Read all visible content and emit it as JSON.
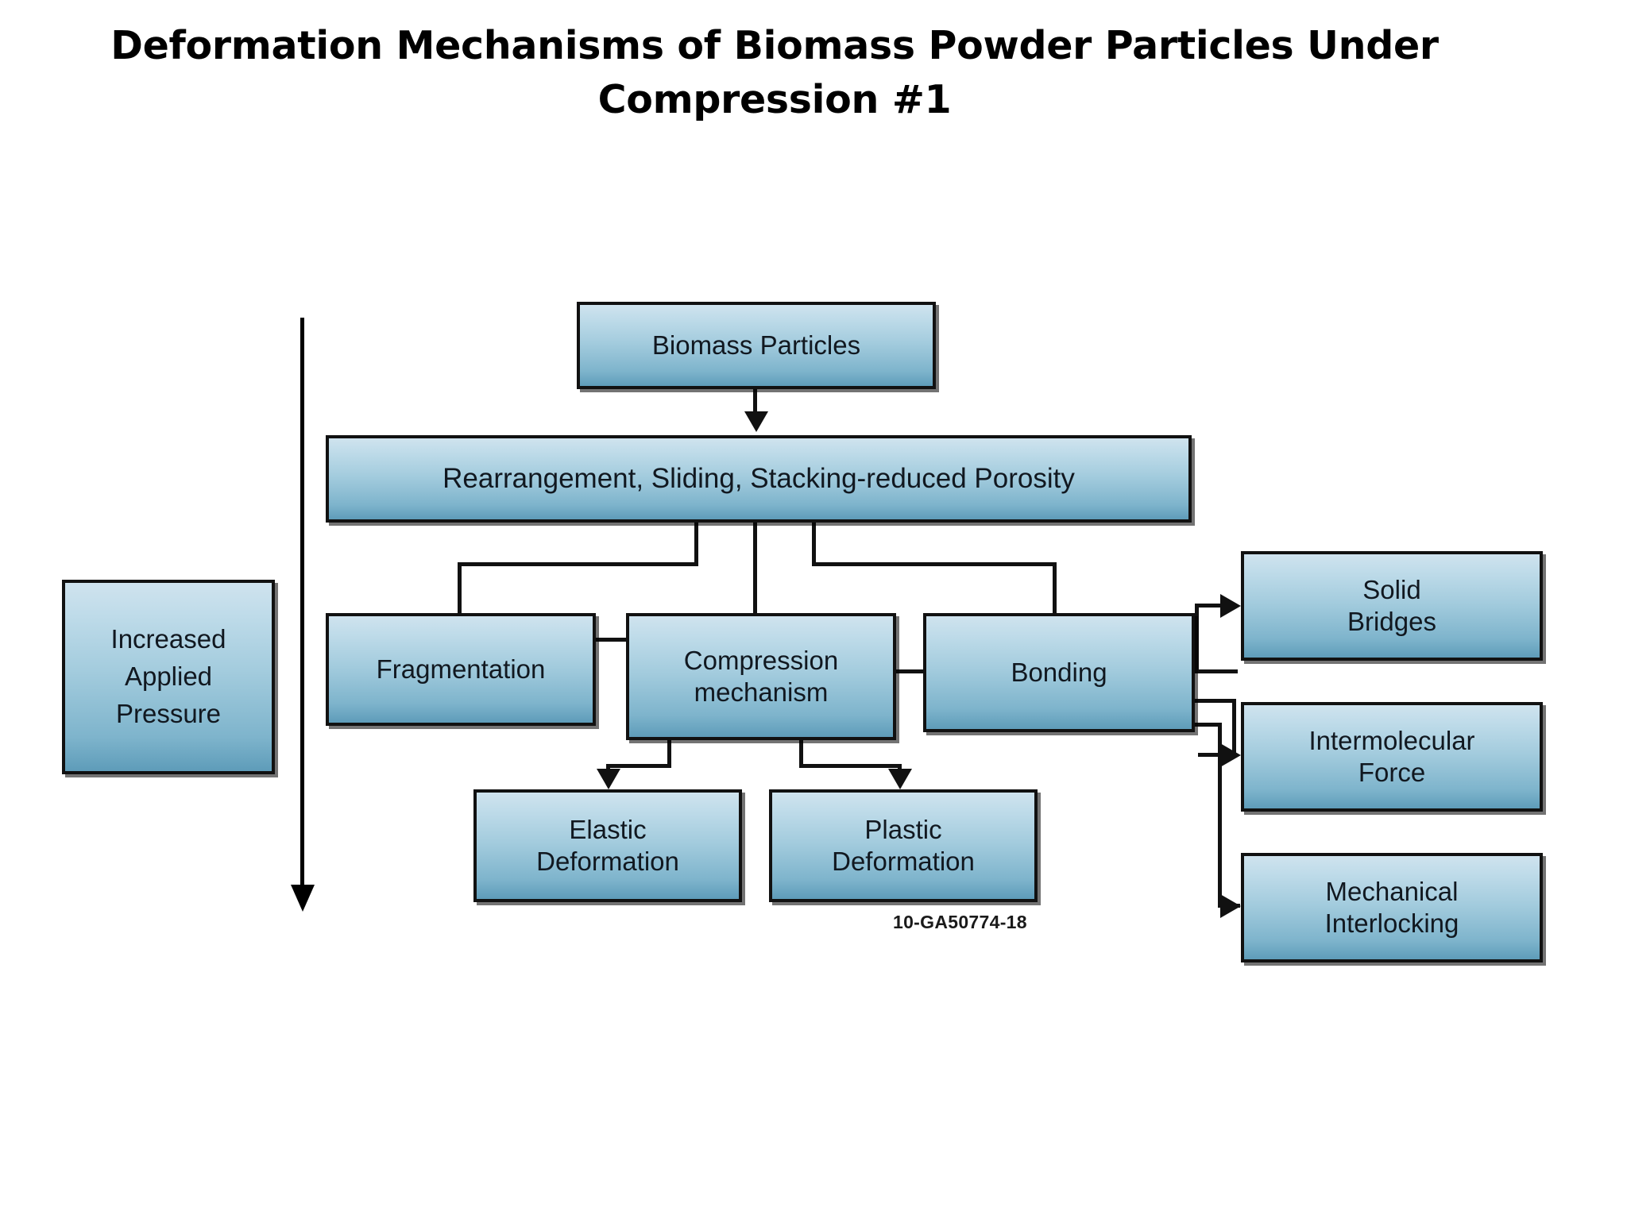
{
  "slide": {
    "title": "Deformation Mechanisms of Biomass Powder Particles Under Compression #1",
    "code_label": "10-GA50774-18",
    "background_color": "#ffffff",
    "node_fill_top": "#cfe3ee",
    "node_fill_bottom": "#5e9cb9",
    "node_border_color": "#111111",
    "connector_color": "#111111"
  },
  "diagram": {
    "type": "flowchart",
    "nodes": {
      "pressure": "Increased\nApplied\nPressure",
      "pressure_lines": [
        "Increased",
        "Applied",
        "Pressure"
      ],
      "biomass": "Biomass Particles",
      "rearrangement": "Rearrangement, Sliding, Stacking-reduced Porosity",
      "fragmentation": "Fragmentation",
      "compression": "Compression\nmechanism",
      "compression_lines": [
        "Compression",
        "mechanism"
      ],
      "bonding": "Bonding",
      "elastic": "Elastic\nDeformation",
      "elastic_lines": [
        "Elastic",
        "Deformation"
      ],
      "plastic": "Plastic\nDeformation",
      "plastic_lines": [
        "Plastic",
        "Deformation"
      ],
      "solid_bridges": "Solid\nBridges",
      "solid_bridges_lines": [
        "Solid",
        "Bridges"
      ],
      "intermolecular": "Intermolecular\nForce",
      "intermolecular_lines": [
        "Intermolecular",
        "Force"
      ],
      "mechanical": "Mechanical\nInterlocking",
      "mechanical_lines": [
        "Mechanical",
        "Interlocking"
      ]
    },
    "edges": [
      {
        "from": "biomass",
        "to": "rearrangement",
        "arrow": true
      },
      {
        "from": "rearrangement",
        "to": "fragmentation",
        "arrow": false
      },
      {
        "from": "rearrangement",
        "to": "compression",
        "arrow": false
      },
      {
        "from": "rearrangement",
        "to": "bonding",
        "arrow": false
      },
      {
        "from": "fragmentation",
        "to": "compression",
        "arrow": false
      },
      {
        "from": "compression",
        "to": "bonding",
        "arrow": false
      },
      {
        "from": "compression",
        "to": "elastic",
        "arrow": true
      },
      {
        "from": "compression",
        "to": "plastic",
        "arrow": true
      },
      {
        "from": "bonding",
        "to": "solid_bridges",
        "arrow": true
      },
      {
        "from": "bonding",
        "to": "intermolecular",
        "arrow": true
      },
      {
        "from": "bonding",
        "to": "mechanical",
        "arrow": true
      }
    ],
    "side_arrow": {
      "label": "Increased Applied Pressure",
      "direction": "down"
    }
  }
}
